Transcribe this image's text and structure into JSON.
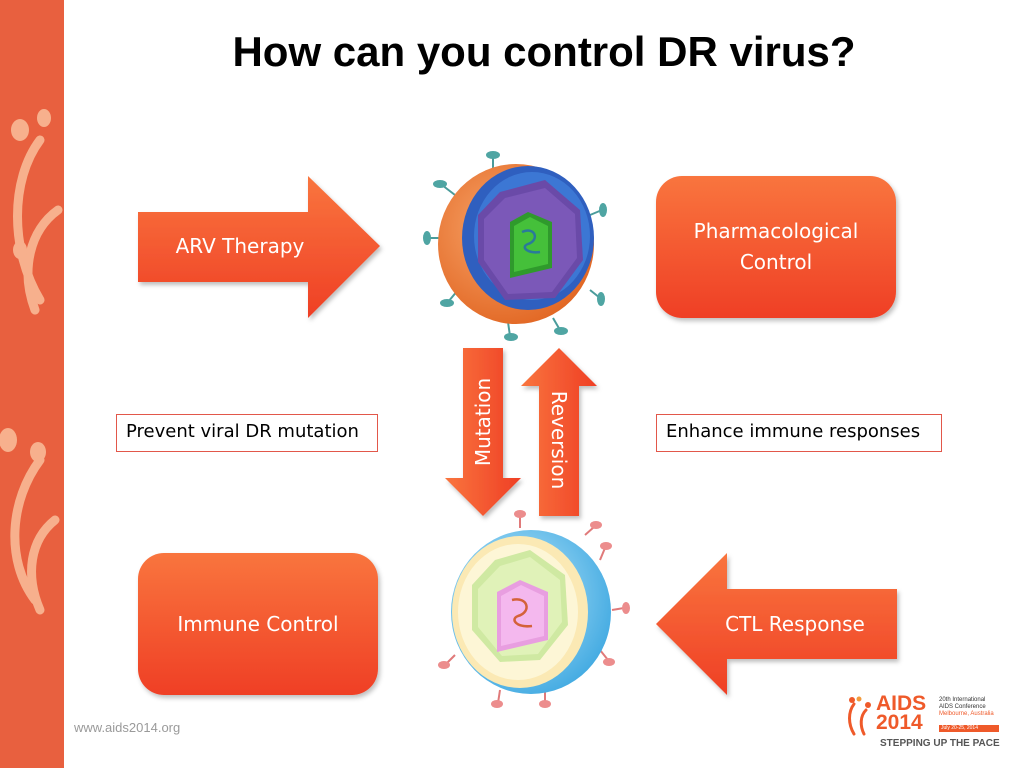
{
  "slide": {
    "title": "How can you control DR virus?",
    "footer_url": "www.aids2014.org"
  },
  "diagram": {
    "arv_arrow": "ARV Therapy",
    "pharma_box_line1": "Pharmacological",
    "pharma_box_line2": "Control",
    "prevent_note": "Prevent viral DR mutation",
    "enhance_note": "Enhance immune responses",
    "mutation_arrow": "Mutation",
    "reversion_arrow": "Reversion",
    "immune_box": "Immune Control",
    "ctl_arrow": "CTL Response"
  },
  "logo": {
    "line1": "AIDS",
    "line2": "2014",
    "conference_line1": "20th International",
    "conference_line2": "AIDS Conference",
    "conference_line3": "Melbourne, Australia",
    "dates": "July 20-25, 2014",
    "tagline": "STEPPING UP THE PACE"
  },
  "colors": {
    "sidebar": "#e8603f",
    "arrow_gradient_top": "#f9753e",
    "arrow_gradient_bottom": "#ef3f25",
    "note_border": "#e2574a",
    "virus_dr_capsid": "#5ab0e8",
    "virus_wt_shell": "#f07a2c"
  }
}
